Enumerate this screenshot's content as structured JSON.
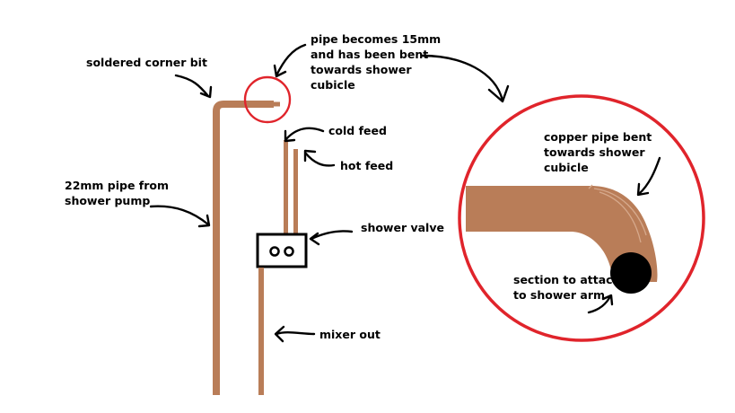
{
  "colors": {
    "copper": "#b97d58",
    "copper_dark": "#a96f4c",
    "highlight": "#e0242b",
    "ink": "#000000"
  },
  "labels": {
    "soldered_corner": "soldered corner bit",
    "pipe_becomes": [
      "pipe becomes 15mm",
      "and has been bent",
      "towards shower",
      "cubicle"
    ],
    "cold_feed": "cold feed",
    "hot_feed": "hot feed",
    "pipe_22mm": [
      "22mm pipe from",
      "shower pump"
    ],
    "shower_valve": "shower valve",
    "mixer_out": "mixer out",
    "copper_bent": [
      "copper pipe bent",
      "towards shower",
      "cubicle"
    ],
    "section_attach": [
      "section to attach",
      "to shower arm"
    ]
  }
}
